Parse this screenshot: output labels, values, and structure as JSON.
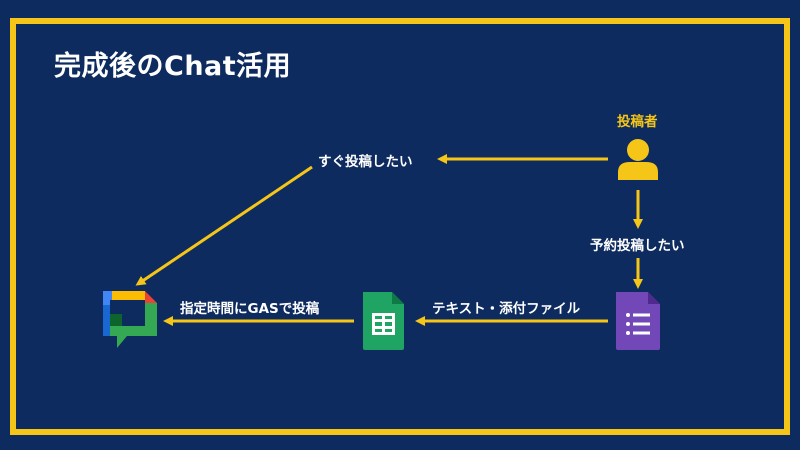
{
  "title": "完成後のChat活用",
  "nodes": {
    "poster": {
      "label": "投稿者",
      "icon": "person-icon"
    },
    "chat": {
      "icon": "google-chat-icon"
    },
    "sheets": {
      "icon": "google-sheets-icon"
    },
    "forms": {
      "icon": "google-forms-icon"
    }
  },
  "edges": {
    "immediate": "すぐ投稿したい",
    "scheduled": "予約投稿したい",
    "form_to_sheet": "テキスト・添付ファイル",
    "sheet_to_chat": "指定時間にGASで投稿"
  },
  "colors": {
    "background": "#0d2b5e",
    "accent": "#f5c518",
    "sheets_green": "#1fa463",
    "forms_purple": "#7248b9"
  }
}
